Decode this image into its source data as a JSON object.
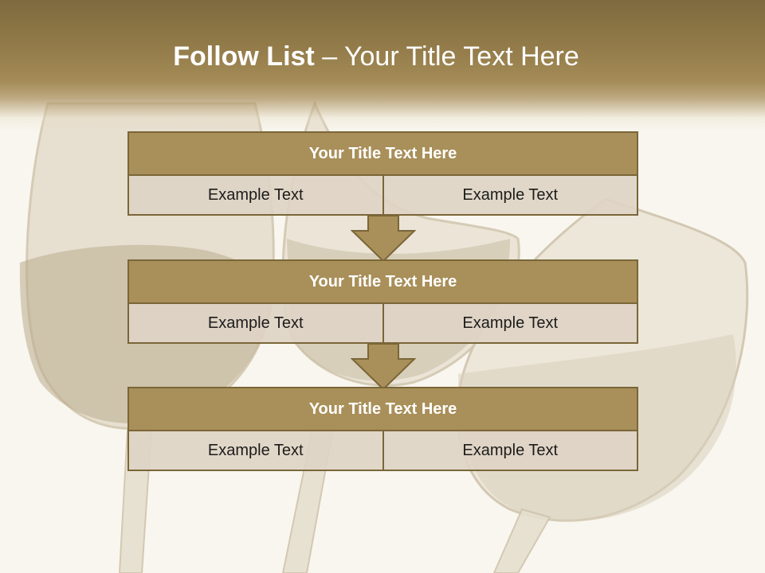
{
  "slide": {
    "title_strong": "Follow List",
    "title_rest": "  – Your Title Text Here"
  },
  "blocks": [
    {
      "title": "Your Title Text Here",
      "left": "Example Text",
      "right": "Example Text"
    },
    {
      "title": "Your Title Text Here",
      "left": "Example Text",
      "right": "Example Text"
    },
    {
      "title": "Your Title Text Here",
      "left": "Example Text",
      "right": "Example Text"
    }
  ],
  "colors": {
    "header_band": "#927b49",
    "block_title_fill": "#a98f59",
    "block_border": "#7a6638",
    "cell_fill": "#ded4c4",
    "background": "#f9f6ef"
  },
  "icons": [
    "down-arrow-icon",
    "down-arrow-icon"
  ]
}
